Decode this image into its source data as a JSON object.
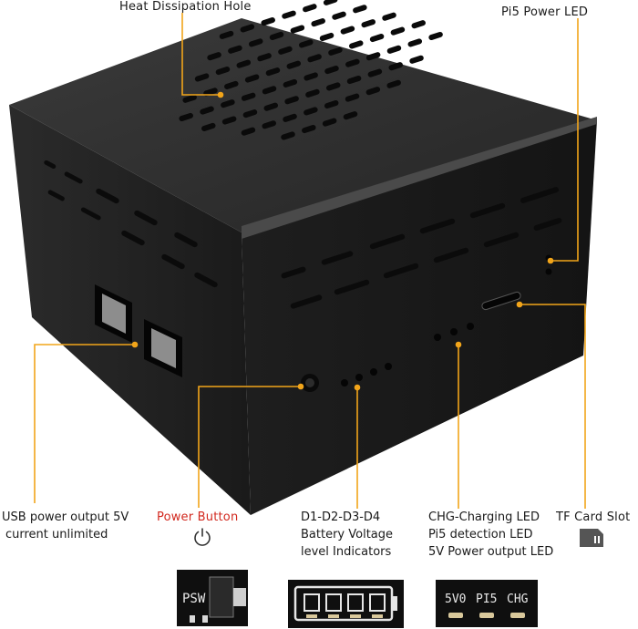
{
  "labels": {
    "heat": "Heat Dissipation Hole",
    "pi5_led": "Pi5 Power LED",
    "usb": [
      "USB power output 5V",
      "current unlimited"
    ],
    "power_button": "Power Button",
    "battery": [
      "D1-D2-D3-D4",
      "Battery Voltage",
      "level Indicators"
    ],
    "leds": [
      "CHG-Charging LED",
      "Pi5 detection LED",
      "5V Power output LED"
    ],
    "tf": "TF Card Slot"
  },
  "silkscreen": {
    "psw": "PSW",
    "v50": "5V0",
    "pi5": "PI5",
    "chg": "CHG"
  },
  "colors": {
    "leader": "#f2a51a",
    "power_label": "#d2281e",
    "case": "#232323"
  },
  "icons": [
    "power-icon",
    "sd-card-icon"
  ]
}
